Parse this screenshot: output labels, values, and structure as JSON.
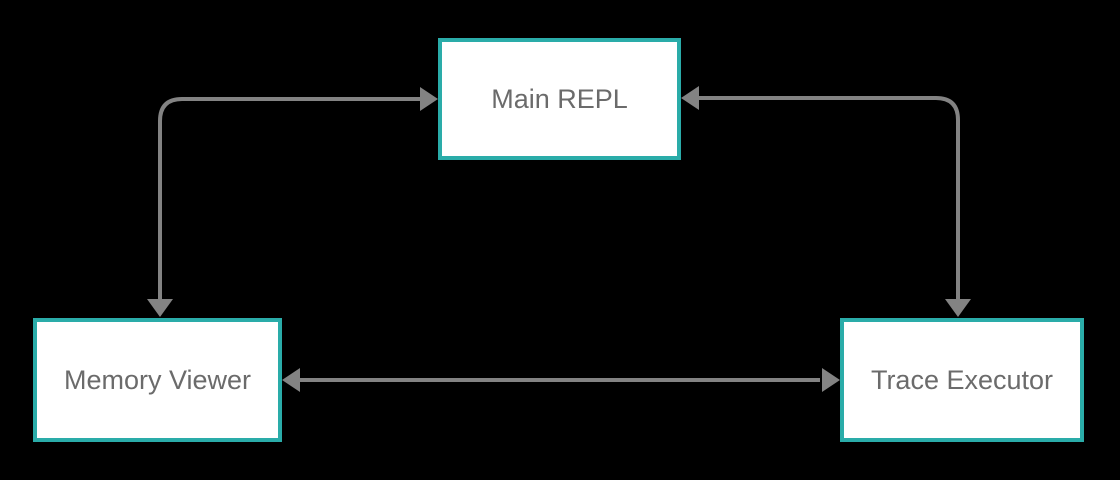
{
  "diagram": {
    "nodes": [
      {
        "id": "main-repl",
        "label": "Main REPL"
      },
      {
        "id": "memory-viewer",
        "label": "Memory Viewer"
      },
      {
        "id": "trace-executor",
        "label": "Trace Executor"
      }
    ],
    "edges": [
      {
        "from": "memory-viewer",
        "to": "main-repl",
        "bidirectional": true
      },
      {
        "from": "main-repl",
        "to": "trace-executor",
        "bidirectional": true
      },
      {
        "from": "memory-viewer",
        "to": "trace-executor",
        "bidirectional": true
      }
    ],
    "colors": {
      "background": "#000000",
      "node_fill": "#ffffff",
      "node_border": "#2aaca9",
      "node_text": "#6b6b6b",
      "arrow": "#838383"
    }
  }
}
